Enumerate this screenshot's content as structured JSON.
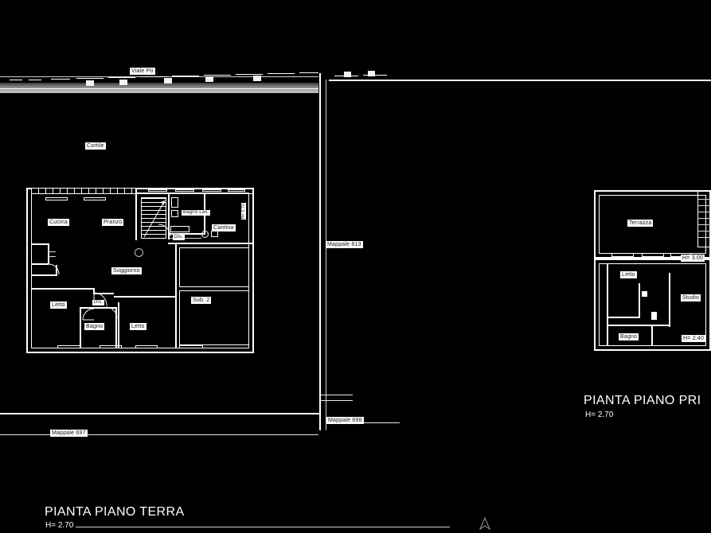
{
  "document": {
    "type": "architectural-floor-plan",
    "background_color": "#000000",
    "ink_color": "#ffffff"
  },
  "site": {
    "street_label": "Viale Po",
    "courtyard_label": "Cortile",
    "parcels": [
      {
        "id": "mappale-813",
        "label": "Mappale 813"
      },
      {
        "id": "mappale-698",
        "label": "Mappale 698"
      },
      {
        "id": "mappale-697",
        "label": "Mappale 697"
      }
    ]
  },
  "ground_floor": {
    "title": "PIANTA PIANO TERRA",
    "height_note": "H= 2.70",
    "unit_label": "Sub. 2",
    "rooms": [
      {
        "name": "Cucina",
        "label": "Cucina"
      },
      {
        "name": "Pranzo",
        "label": "Pranzo"
      },
      {
        "name": "Soggiorno",
        "label": "Soggiorno"
      },
      {
        "name": "Letto-1",
        "label": "Letto"
      },
      {
        "name": "Letto-2",
        "label": "Letto"
      },
      {
        "name": "Bagno",
        "label": "Bagno"
      },
      {
        "name": "Disimpegno-1",
        "label": "Dis."
      },
      {
        "name": "Disimpegno-2",
        "label": "Dis."
      },
      {
        "name": "Bagno-Lav",
        "label": "Bagno Lav."
      },
      {
        "name": "Cantina",
        "label": "Cantina"
      }
    ]
  },
  "first_floor": {
    "title": "PIANTA PIANO PRI",
    "height_note": "H= 2.70",
    "height_terrace": "H= 3.00",
    "height_bath": "H= 2.40",
    "rooms": [
      {
        "name": "Terrazza",
        "label": "Terrazza"
      },
      {
        "name": "Letto",
        "label": "Letto"
      },
      {
        "name": "Studio",
        "label": "Studio"
      },
      {
        "name": "Bagno",
        "label": "Bagno"
      }
    ]
  }
}
